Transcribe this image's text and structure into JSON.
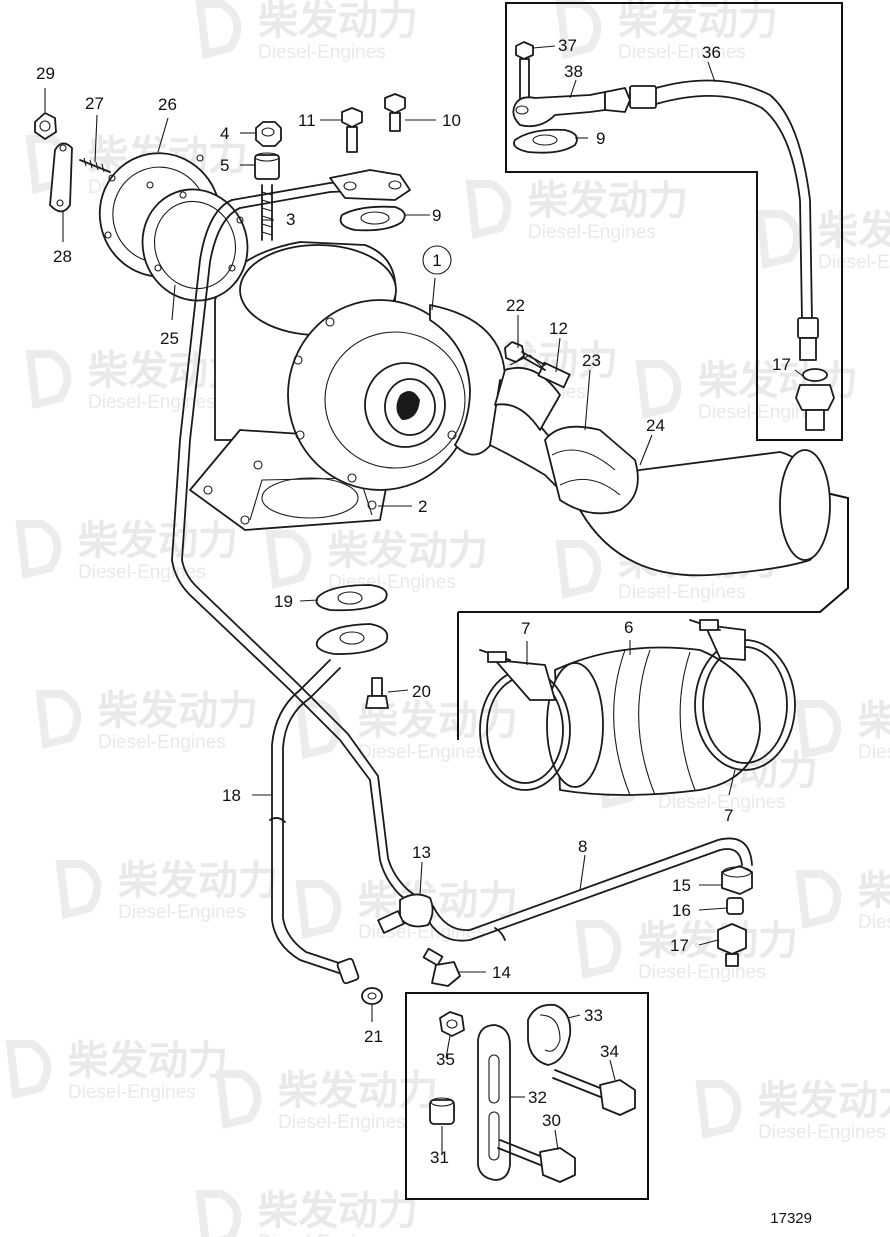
{
  "diagram": {
    "number": "17329",
    "callouts": [
      {
        "id": "c1",
        "text": "1"
      },
      {
        "id": "c2",
        "text": "2"
      },
      {
        "id": "c3",
        "text": "3"
      },
      {
        "id": "c4",
        "text": "4"
      },
      {
        "id": "c5",
        "text": "5"
      },
      {
        "id": "c6",
        "text": "6"
      },
      {
        "id": "c7a",
        "text": "7"
      },
      {
        "id": "c7b",
        "text": "7"
      },
      {
        "id": "c8",
        "text": "8"
      },
      {
        "id": "c9a",
        "text": "9"
      },
      {
        "id": "c9b",
        "text": "9"
      },
      {
        "id": "c10",
        "text": "10"
      },
      {
        "id": "c11",
        "text": "11"
      },
      {
        "id": "c12",
        "text": "12"
      },
      {
        "id": "c13",
        "text": "13"
      },
      {
        "id": "c14",
        "text": "14"
      },
      {
        "id": "c15",
        "text": "15"
      },
      {
        "id": "c16",
        "text": "16"
      },
      {
        "id": "c17a",
        "text": "17"
      },
      {
        "id": "c17b",
        "text": "17"
      },
      {
        "id": "c18",
        "text": "18"
      },
      {
        "id": "c19",
        "text": "19"
      },
      {
        "id": "c20",
        "text": "20"
      },
      {
        "id": "c21",
        "text": "21"
      },
      {
        "id": "c22",
        "text": "22"
      },
      {
        "id": "c23",
        "text": "23"
      },
      {
        "id": "c24",
        "text": "24"
      },
      {
        "id": "c25",
        "text": "25"
      },
      {
        "id": "c26",
        "text": "26"
      },
      {
        "id": "c27",
        "text": "27"
      },
      {
        "id": "c28",
        "text": "28"
      },
      {
        "id": "c29",
        "text": "29"
      },
      {
        "id": "c30",
        "text": "30"
      },
      {
        "id": "c31",
        "text": "31"
      },
      {
        "id": "c32",
        "text": "32"
      },
      {
        "id": "c33",
        "text": "33"
      },
      {
        "id": "c34",
        "text": "34"
      },
      {
        "id": "c35",
        "text": "35"
      },
      {
        "id": "c36",
        "text": "36"
      },
      {
        "id": "c37",
        "text": "37"
      },
      {
        "id": "c38",
        "text": "38"
      }
    ]
  },
  "watermark": {
    "brand_cn": "柴发动力",
    "brand_en": "Diesel-Engines"
  },
  "colors": {
    "line": "#1a1a1a",
    "watermark": "#e9e9e9",
    "background": "#ffffff"
  }
}
